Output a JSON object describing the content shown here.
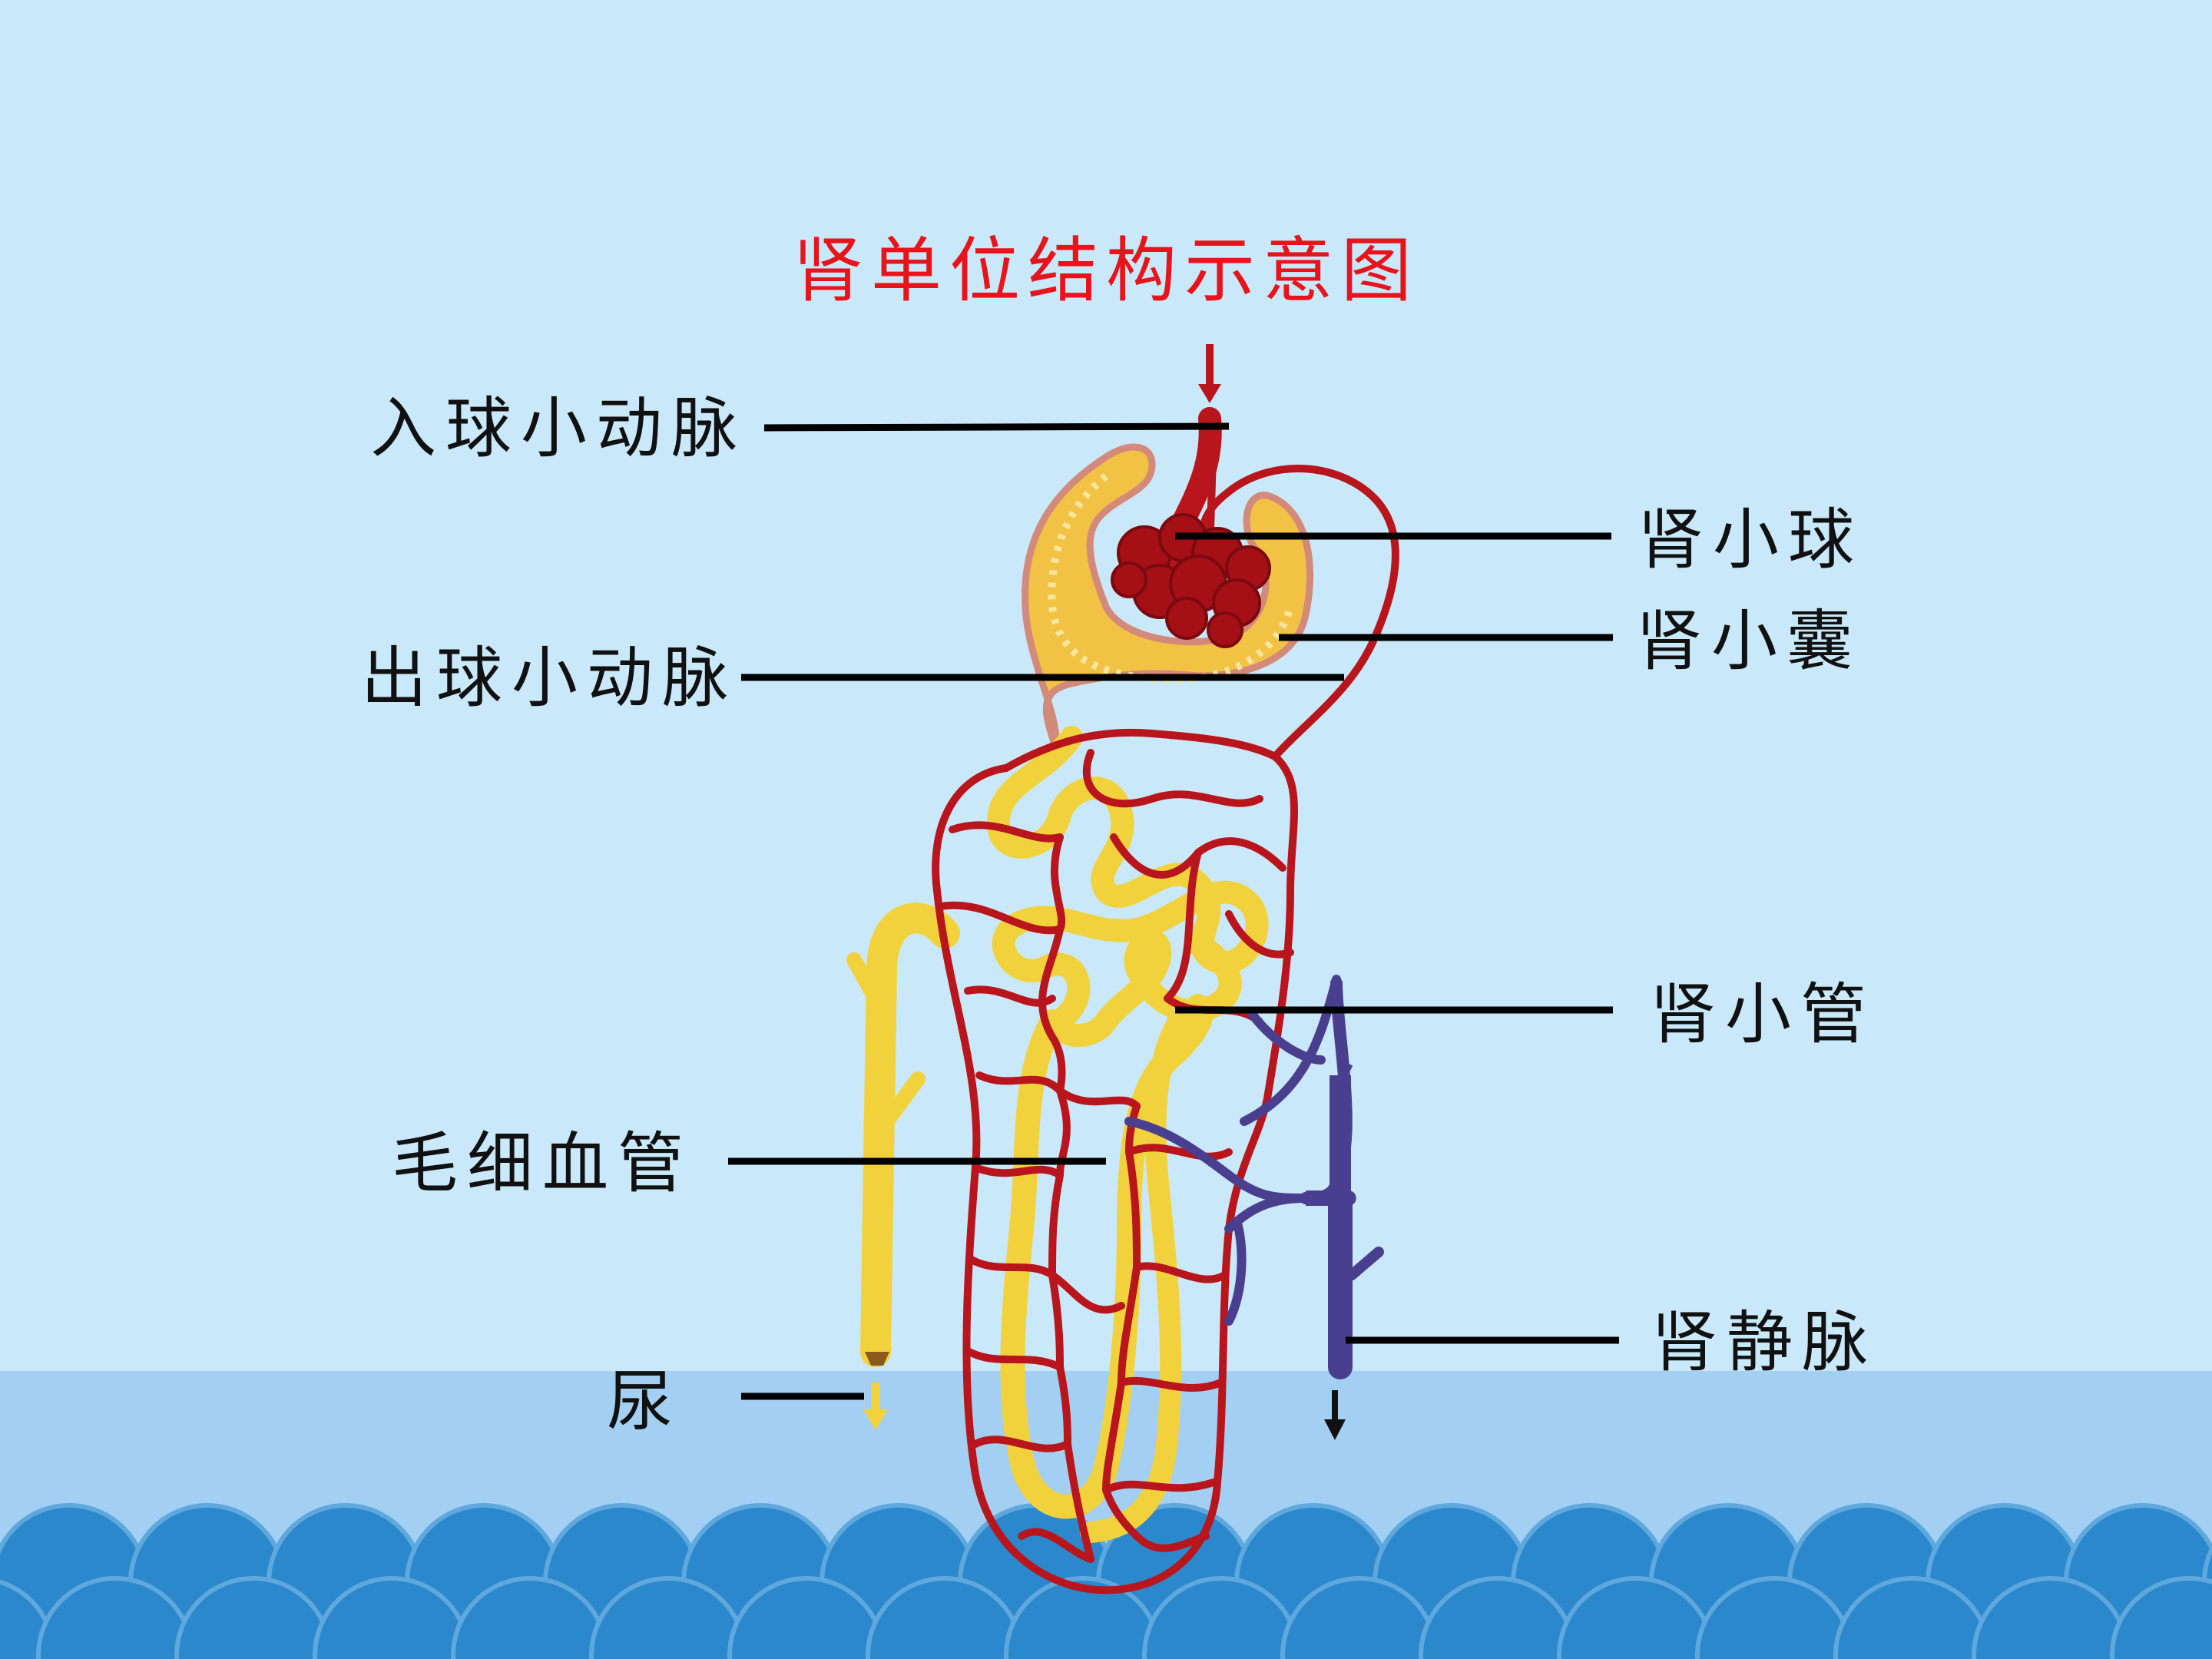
{
  "title": "肾单位结构示意图",
  "labels": {
    "afferent": "入球小动脉",
    "glomerulus": "肾小球",
    "capsule": "肾小囊",
    "efferent": "出球小动脉",
    "tubule": "肾小管",
    "capillary": "毛细血管",
    "vein": "肾静脉",
    "urine": "尿"
  },
  "colors": {
    "background": "#c9e9fa",
    "title": "#e8141c",
    "artery": "#b8161c",
    "tubule": "#f2d23c",
    "vein": "#4a3f8f",
    "wave": "#2b88cc",
    "band": "#a3d0f2"
  }
}
